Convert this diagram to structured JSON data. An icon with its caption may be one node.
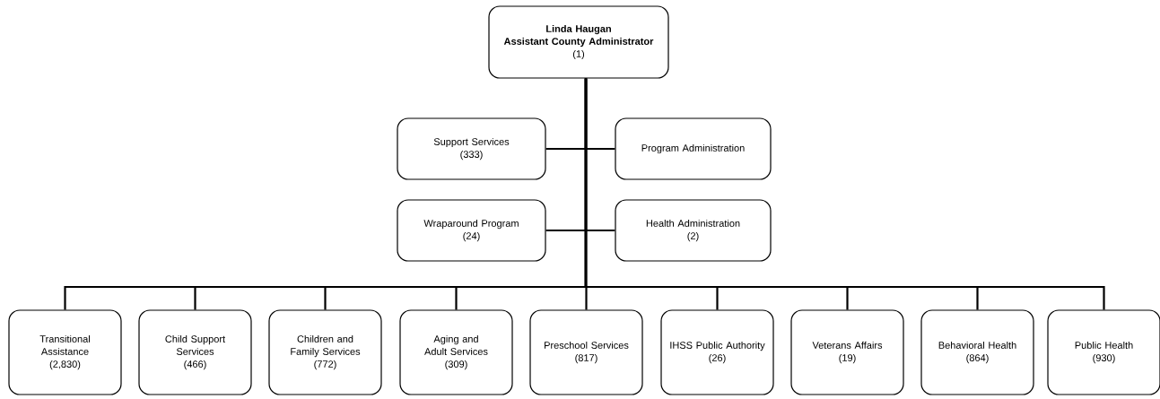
{
  "diagram": {
    "nodes": [
      {
        "text": [
          "Linda Haugan",
          "Assistant County Administrator",
          "(1)"
        ]
      },
      {
        "text": [
          "Support Services",
          "(333)"
        ]
      },
      {
        "text": [
          "Program Administration"
        ]
      },
      {
        "text": [
          "Wraparound Program",
          "(24)"
        ]
      },
      {
        "text": [
          "Health Administration",
          "(2)"
        ]
      },
      {
        "text": [
          "Transitional Assistance",
          "(2,830)"
        ]
      },
      {
        "text": [
          "Child Support Services",
          "(466)"
        ]
      },
      {
        "text": [
          "Children and Family Services",
          "(772)"
        ]
      },
      {
        "text": [
          "Aging and Adult Services",
          "(309)"
        ]
      },
      {
        "text": [
          "Preschool Services",
          "(817)"
        ]
      },
      {
        "text": [
          "IHSS Public Authority",
          "(26)"
        ]
      },
      {
        "text": [
          "Veterans Affairs",
          "(19)"
        ]
      },
      {
        "text": [
          "Behavioral Health",
          "(864)"
        ]
      },
      {
        "text": [
          "Public Health",
          "(930)"
        ]
      }
    ],
    "edges": [
      {
        "from": 0,
        "to": 1,
        "arrow": "none"
      },
      {
        "from": 0,
        "to": 2,
        "arrow": "none"
      },
      {
        "from": 0,
        "to": 3,
        "arrow": "none"
      },
      {
        "from": 0,
        "to": 4,
        "arrow": "none"
      },
      {
        "from": 0,
        "to": 5,
        "arrow": "none"
      },
      {
        "from": 0,
        "to": 6,
        "arrow": "none"
      },
      {
        "from": 0,
        "to": 7,
        "arrow": "none"
      },
      {
        "from": 0,
        "to": 8,
        "arrow": "none"
      },
      {
        "from": 0,
        "to": 9,
        "arrow": "none"
      },
      {
        "from": 0,
        "to": 10,
        "arrow": "none"
      },
      {
        "from": 0,
        "to": 11,
        "arrow": "none"
      },
      {
        "from": 0,
        "to": 12,
        "arrow": "none"
      },
      {
        "from": 0,
        "to": 13,
        "arrow": "none"
      }
    ]
  }
}
